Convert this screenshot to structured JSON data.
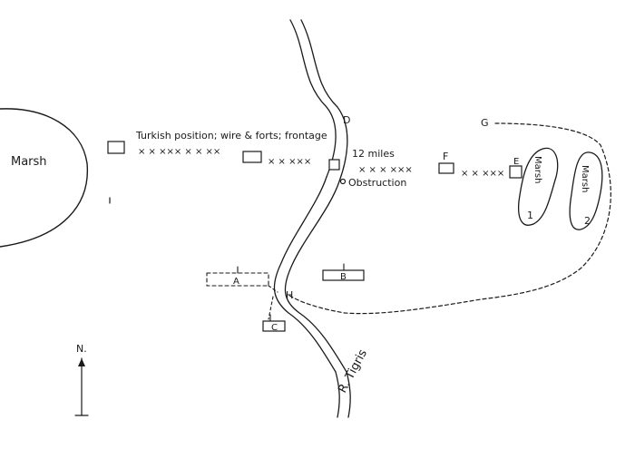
{
  "labels": {
    "marsh_left": "Marsh",
    "position_note": "Turkish position; wire & forts; frontage",
    "frontage_length": "12 miles",
    "obstruction": "Obstruction",
    "point_d": "D",
    "point_f": "F",
    "point_e": "E",
    "point_g": "G",
    "point_h": "H",
    "unit_a": "A",
    "unit_b": "B",
    "unit_c": "C",
    "river": "R. Tigris",
    "north": "N."
  },
  "marsh_1": {
    "name": "Marsh",
    "number": "1"
  },
  "marsh_2": {
    "name": "Marsh",
    "number": "2"
  },
  "colors": {
    "ink": "#1a1a1a",
    "background": "#ffffff"
  }
}
